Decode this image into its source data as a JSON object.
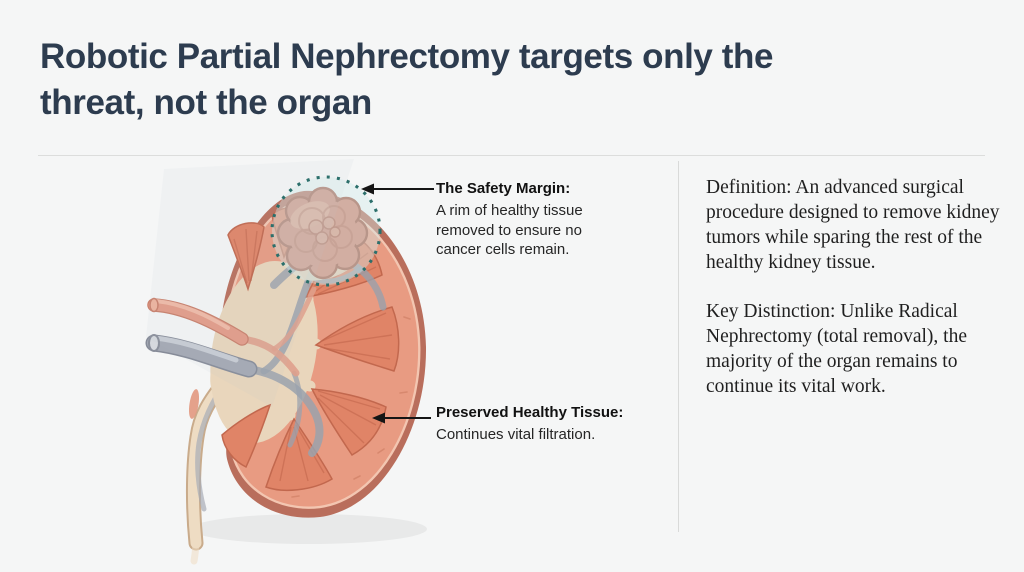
{
  "title": {
    "line1": "Robotic Partial Nephrectomy targets only the",
    "line2": "threat, not the organ"
  },
  "figure": {
    "description": "Cross-section illustration of a kidney with a tumor at the upper pole surrounded by a dotted safety-margin circle",
    "annotations": [
      {
        "heading": "The Safety Margin:",
        "body": "A rim of healthy tissue removed to ensure no cancer cells remain."
      },
      {
        "heading": "Preserved Healthy Tissue:",
        "body": "Continues vital filtration."
      }
    ]
  },
  "info": {
    "paragraphs": [
      "Definition: An advanced surgical procedure designed to remove kidney tumors while sparing the rest of the healthy kidney tissue.",
      "Key Distinction: Unlike Radical Nephrectomy (total removal), the majority of the organ remains to continue its vital work."
    ]
  },
  "colors": {
    "background": "#f5f6f6",
    "title": "#2d3c4f",
    "divider": "#dcdddc",
    "body_text": "#1f1f1f",
    "annotation_text": "#1a1a1a",
    "arrow": "#151515",
    "kidney_capsule": "#b96e5c",
    "kidney_cortex": "#e89b82",
    "kidney_pyramid": "#e08467",
    "renal_pelvis_cream": "#e9d6bc",
    "vessel_gray": "#a4a9b4",
    "artery_salmon": "#e39c88",
    "ureter_cream": "#eedcc3",
    "tumor": "#d2836e",
    "safety_margin_teal": "#2c6f6b",
    "safety_margin_fill": "#d2eae9"
  }
}
